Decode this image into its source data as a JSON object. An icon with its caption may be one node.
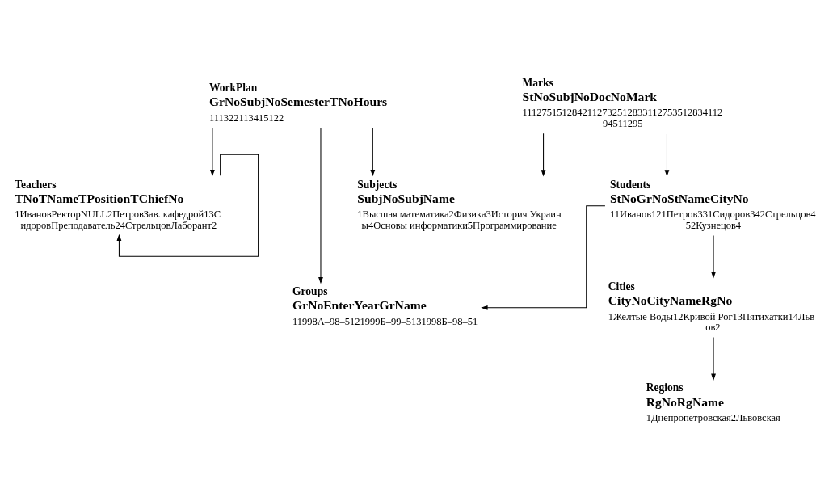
{
  "diagram": {
    "nodes": [
      {
        "text": [
          "Students",
          "StNoGrNoStNameCityNo",
          "11Иванов121Петров331Сидоров342Стрельцов452Кузнецов4"
        ]
      },
      {
        "text": [
          "Cities",
          "CityNoCityNameRgNo",
          "1Желтые Воды12Кривой Рог13Пятихатки14Львов2"
        ]
      },
      {
        "text": [
          "Teachers",
          "TNoTNameTPositionTChiefNo",
          "1ИвановРекторNULL2ПетровЗав. кафедрой13СидоровПреподаватель24СтрельцовЛаборант2"
        ]
      },
      {
        "text": [
          "Regions",
          "RgNoRgName",
          "1Днепропетровская2Львовская"
        ]
      },
      {
        "text": [
          "Groups",
          "GrNoEnterYearGrName",
          "11998А–98–5121999Б–99–5131998Б–98–51"
        ]
      },
      {
        "text": [
          "WorkPlan",
          "GrNoSubjNoSemesterTNoHours",
          "111322113415122"
        ]
      },
      {
        "text": [
          "Subjects",
          "SubjNoSubjName",
          "1Высшая математика2Физика3История Украины4Основы информатики5Программирование"
        ]
      },
      {
        "text": [
          "Marks",
          "StNoSubjNoDocNoMark",
          "111275151284211273251283311275351283411294511295"
        ]
      }
    ],
    "edges": [
      {
        "from": 0,
        "to": 1,
        "arrow": "to"
      },
      {
        "from": 1,
        "to": 3,
        "arrow": "to"
      },
      {
        "from": 2,
        "to": 2,
        "arrow": "to"
      },
      {
        "from": 0,
        "to": 4,
        "arrow": "to"
      },
      {
        "from": 5,
        "to": 4,
        "arrow": "to"
      },
      {
        "from": 5,
        "to": 2,
        "arrow": "to"
      },
      {
        "from": 7,
        "to": 0,
        "arrow": "to"
      },
      {
        "from": 5,
        "to": 6,
        "arrow": "to"
      },
      {
        "from": 7,
        "to": 6,
        "arrow": "to"
      }
    ]
  }
}
